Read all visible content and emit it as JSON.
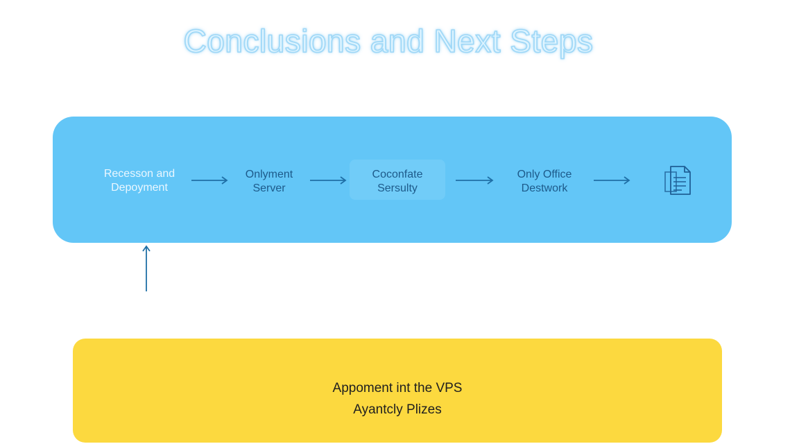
{
  "title": "Conclusions and Next Steps",
  "flow": {
    "steps": [
      {
        "line1": "Recesson and",
        "line2": "Depoyment"
      },
      {
        "line1": "Onlyment",
        "line2": "Server"
      },
      {
        "line1": "Coconfate",
        "line2": "Sersulty"
      },
      {
        "line1": "Only Office",
        "line2": "Destwork"
      }
    ],
    "end_icon": "document-icon"
  },
  "note": {
    "line1": "Appoment int the VPS",
    "line2": "Ayantcly Plizes"
  },
  "colors": {
    "flow_panel": "#63c6f7",
    "note_panel": "#fcd93f",
    "arrow": "#1f6fa6",
    "title_glow": "#9fd8f7"
  }
}
